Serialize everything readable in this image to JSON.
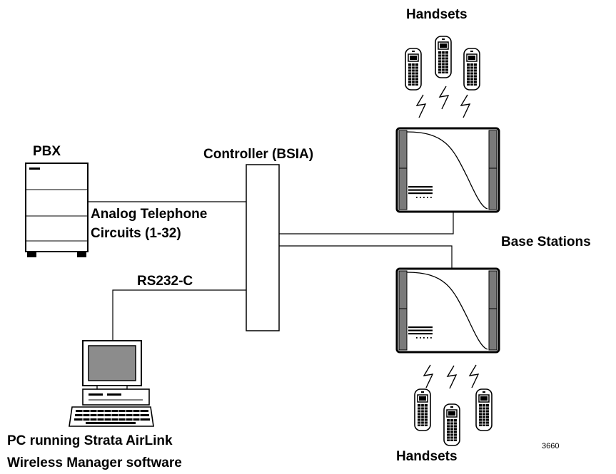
{
  "labels": {
    "handsets_top": "Handsets",
    "handsets_bottom": "Handsets",
    "pbx": "PBX",
    "controller": "Controller (BSIA)",
    "analog_line1": "Analog Telephone",
    "analog_line2": "Circuits (1-32)",
    "rs232": "RS232-C",
    "base_stations": "Base Stations",
    "pc_line1": "PC running Strata AirLink",
    "pc_line2": "Wireless Manager software",
    "figure_number": "3660"
  },
  "icons": {
    "handset": "handset-icon",
    "signal": "signal-bolt-icon",
    "pbx": "pbx-cabinet-icon",
    "base_station": "base-station-icon",
    "pc": "pc-workstation-icon"
  },
  "colors": {
    "line": "#000000",
    "bezel": "#7a7a7a",
    "screen": "#8c8c8c",
    "background": "#ffffff"
  }
}
